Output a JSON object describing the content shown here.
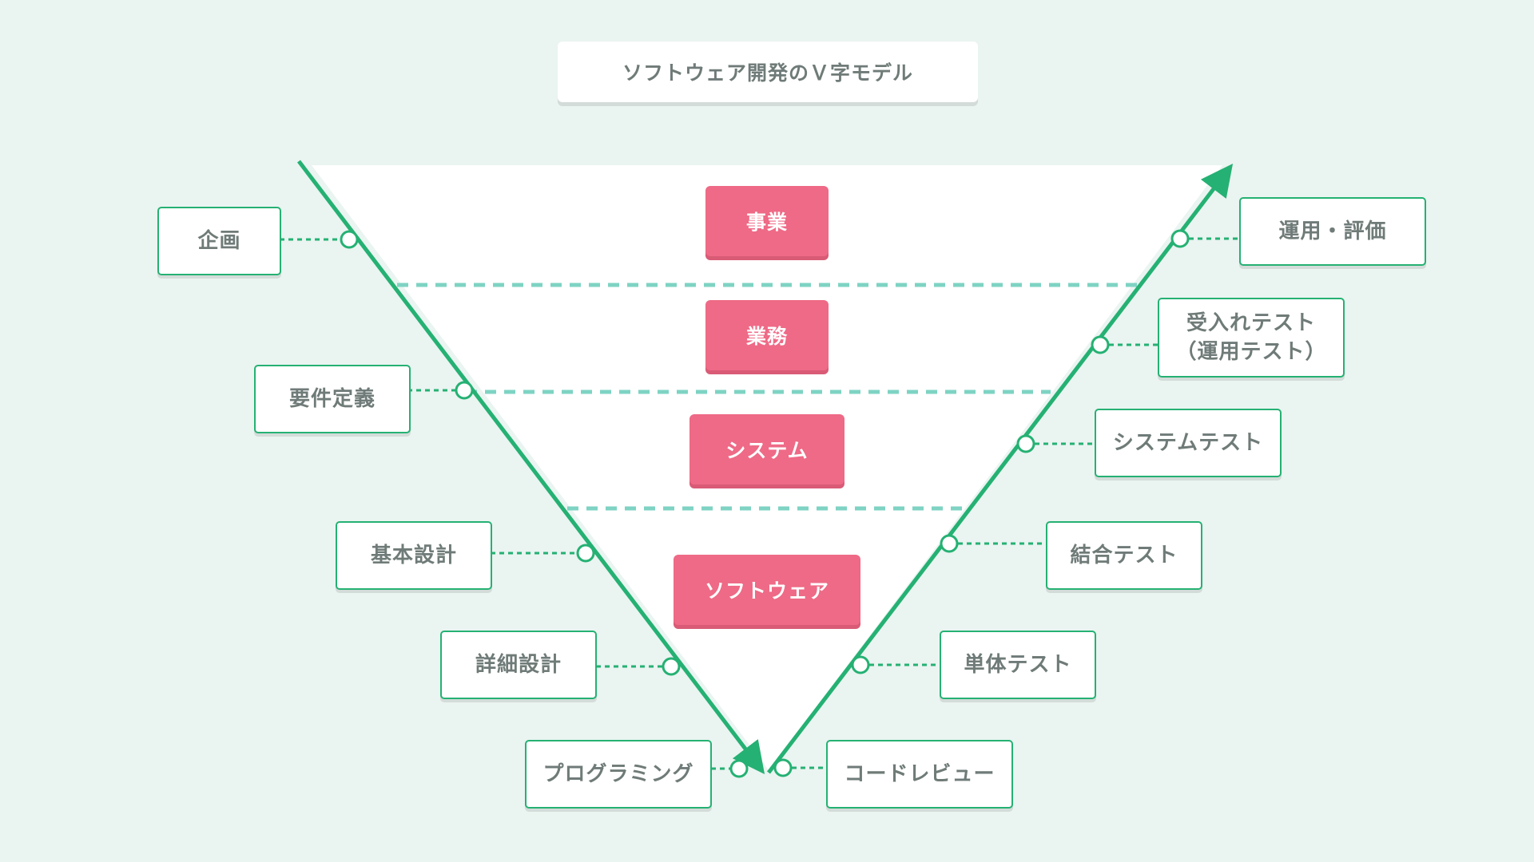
{
  "title": "ソフトウェア開発のＶ字モデル",
  "colors": {
    "background": "#eaf4f1",
    "accent_green": "#25b173",
    "layer_pink": "#ee6a86",
    "divider_teal": "#7ed3c3",
    "text_gray": "#6f7b78"
  },
  "layers": [
    {
      "label": "事業"
    },
    {
      "label": "業務"
    },
    {
      "label": "システム"
    },
    {
      "label": "ソフトウェア"
    }
  ],
  "left_stages": [
    {
      "label": "企画"
    },
    {
      "label": "要件定義"
    },
    {
      "label": "基本設計"
    },
    {
      "label": "詳細設計"
    },
    {
      "label": "プログラミング"
    }
  ],
  "right_stages": [
    {
      "label": "運用・評価"
    },
    {
      "label": "受入れテスト\n（運用テスト）"
    },
    {
      "label": "システムテスト"
    },
    {
      "label": "結合テスト"
    },
    {
      "label": "単体テスト"
    },
    {
      "label": "コードレビュー"
    }
  ]
}
